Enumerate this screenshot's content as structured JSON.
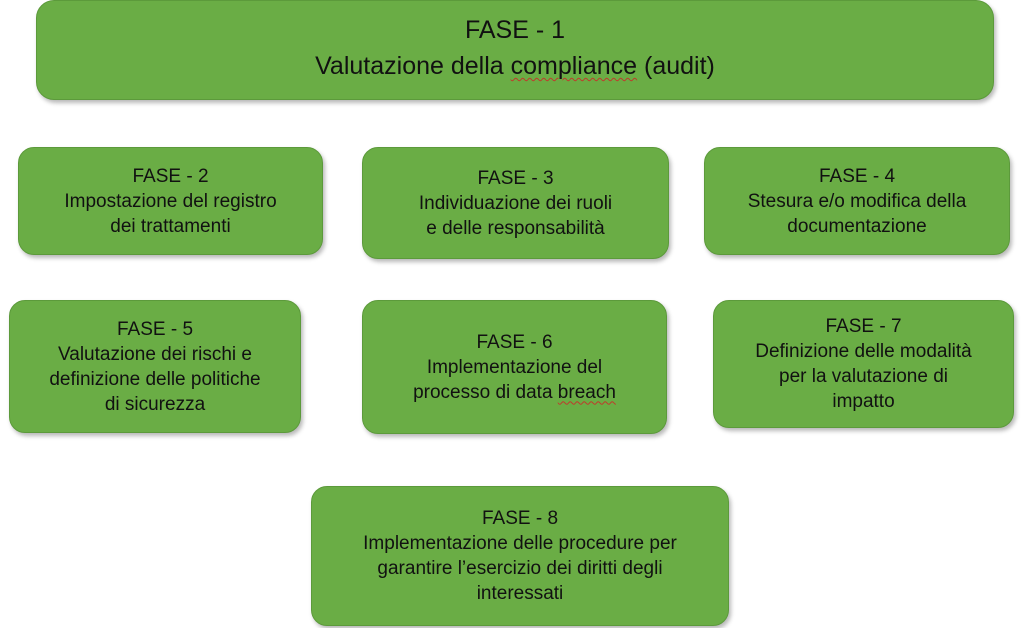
{
  "phases": [
    {
      "id": "b1",
      "title": "FASE - 1",
      "lines": [
        "Valutazione della compliance (audit)"
      ]
    },
    {
      "id": "b2",
      "title": "FASE - 2",
      "lines": [
        "Impostazione del registro",
        "dei trattamenti"
      ]
    },
    {
      "id": "b3",
      "title": "FASE - 3",
      "lines": [
        "Individuazione dei ruoli",
        "e delle responsabilità"
      ]
    },
    {
      "id": "b4",
      "title": "FASE - 4",
      "lines": [
        "Stesura e/o modifica della",
        "documentazione"
      ]
    },
    {
      "id": "b5",
      "title": "FASE - 5",
      "lines": [
        "Valutazione dei rischi e",
        "definizione delle politiche",
        "di sicurezza"
      ]
    },
    {
      "id": "b6",
      "title": "FASE - 6",
      "lines": [
        "Implementazione del",
        "processo di data breach"
      ]
    },
    {
      "id": "b7",
      "title": "FASE - 7",
      "lines": [
        "Definizione delle modalità",
        "per la valutazione di",
        "impatto"
      ]
    },
    {
      "id": "b8",
      "title": "FASE - 8",
      "lines": [
        "Implementazione delle procedure per",
        "garantire l’esercizio dei diritti degli",
        "interessati"
      ]
    }
  ],
  "colors": {
    "box_fill": "#6aad45",
    "box_border": "#5c9a3b",
    "text": "#111111",
    "spellcheck_underline": "#c0392b"
  }
}
